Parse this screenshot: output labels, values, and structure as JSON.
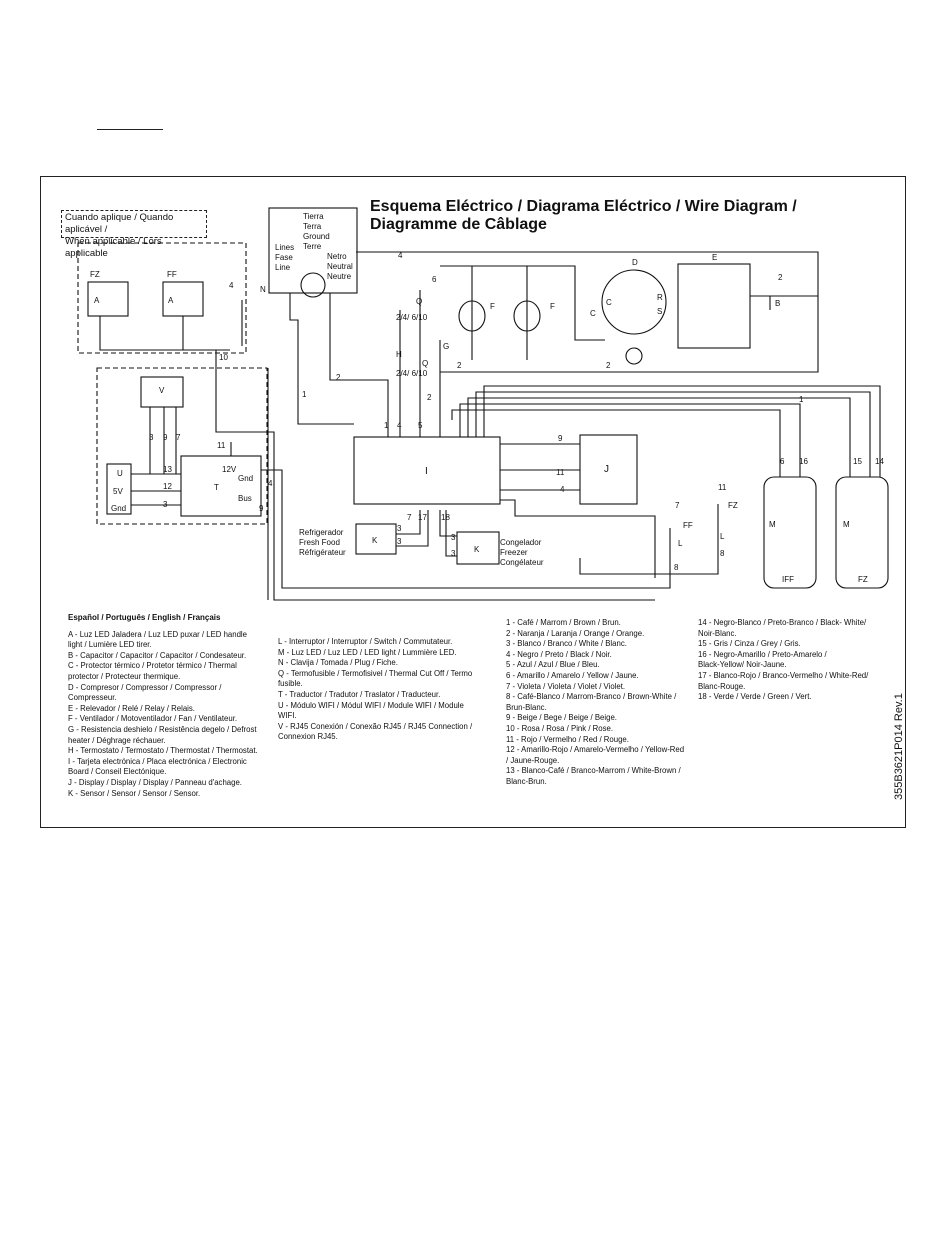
{
  "title_line1": "Esquema Eléctrico / Diagrama Eléctrico / Wire Diagram /",
  "title_line2": "Diagramme de Câblage",
  "optional_box": {
    "line1": "Cuando aplique / Quando aplicável /",
    "line2": "When applicable / Lors applicable"
  },
  "labels": {
    "lines": [
      "Lines",
      "Fase",
      "Line"
    ],
    "ground": [
      "Tierra",
      "Terra",
      "Ground",
      "Terre"
    ],
    "neutral": [
      "Netro",
      "Neutral",
      "Neutre"
    ],
    "N": "N",
    "FZ": "FZ",
    "FF": "FF",
    "A": "A",
    "V": "V",
    "T": "T",
    "I": "I",
    "J": "J",
    "K": "K",
    "M": "M",
    "D": "D",
    "E": "E",
    "C": "C",
    "B": "B",
    "F": "F",
    "G": "G",
    "H": "H",
    "L": "L",
    "Q": "Q",
    "R": "R",
    "S": "S",
    "U": "U",
    "5V": "5V",
    "Gnd": "Gnd",
    "12V": "12V",
    "Bus": "Bus",
    "IFF": "IFF",
    "FZbottom": "FZ",
    "fresh": [
      "Refrigerador",
      "Fresh Food",
      "Réfrigérateur"
    ],
    "freezer": [
      "Congelador",
      "Freezer",
      "Congélateur"
    ],
    "wire246": "2/4/ 6/10",
    "plus": "+",
    "minus": "-",
    "one_t": "1°"
  },
  "wire_numbers": [
    "1",
    "2",
    "3",
    "4",
    "5",
    "6",
    "7",
    "8",
    "9",
    "10",
    "11",
    "12",
    "13",
    "14",
    "15",
    "16",
    "17",
    "18"
  ],
  "legend_heading": "Español / Português / English / Français",
  "legend_col1": [
    "A - Luz LED Jaladera / Luz LED puxar / LED handle",
    "     light / Lumière LED tirer.",
    "B - Capacitor / Capacitor / Capacitor / Condesateur.",
    "C - Protector térmico / Protetor térmico / Thermal",
    "     protector / Protecteur thermique.",
    "D - Compresor / Compressor / Compressor /",
    "     Compresseur.",
    "E - Relevador / Relé / Relay / Relais.",
    "F - Ventilador / Motoventilador / Fan / Ventilateur.",
    "G - Resistencia deshielo / Resistência degelo / Defrost",
    "     heater / Déghrage réchauer.",
    "H - Termostato / Termostato / Thermostat / Thermostat.",
    "I - Tarjeta electrónica / Placa electrónica / Electronic",
    "     Board / Conseil Electónique.",
    "J - Display / Display / Display / Panneau d'achage.",
    "K - Sensor / Sensor / Sensor / Sensor."
  ],
  "legend_col2": [
    "L - Interruptor / Interruptor / Switch / Commutateur.",
    "M - Luz LED / Luz LED / LED light / Lummière LED.",
    "N - Clavija / Tomada / Plug / Fiche.",
    "Q - Termofusible / Termofisivel / Thermal Cut Off / Termo",
    "     fusible.",
    "T - Traductor / Tradutor / Traslator / Traducteur.",
    "U - Módulo WIFI / Módul WIFI / Module WIFI / Module",
    "     WIFI.",
    "V - RJ45 Conexión / Conexão RJ45 / RJ45 Connection /",
    "     Connexion RJ45."
  ],
  "legend_col3": [
    "1 - Café / Marrom / Brown / Brun.",
    "2 - Naranja / Laranja / Orange / Orange.",
    "3 - Blanco / Branco / White / Blanc.",
    "4 - Negro / Preto / Black / Noir.",
    "5 - Azul / Azul / Blue / Bleu.",
    "6 - Amarillo / Amarelo / Yellow / Jaune.",
    "7 - Violeta / Violeta / Violet / Violet.",
    "8 - Café-Blanco / Marrom-Branco / Brown-White /",
    "     Brun-Blanc.",
    "9 - Beige / Bege / Beige / Beige.",
    "10 - Rosa / Rosa / Pink / Rose.",
    "11 - Rojo / Vermelho / Red / Rouge.",
    "12 - Amarillo-Rojo / Amarelo-Vermelho / Yellow-Red",
    "     / Jaune-Rouge.",
    "13 - Blanco-Café / Branco-Marrom / White-Brown /",
    "     Blanc-Brun."
  ],
  "legend_col4": [
    "14 - Negro-Blanco / Preto-Branco / Black- White/",
    "     Noir-Blanc.",
    "15 - Gris / Cinza / Grey / Gris.",
    "16 - Negro-Amarillo / Preto-Amarelo /",
    "     Black-Yellow/ Noir-Jaune.",
    "17 - Blanco-Rojo / Branco-Vermelho / White-Red/",
    "     Blanc-Rouge.",
    "18 - Verde / Verde / Green / Vert."
  ],
  "revision": "355B3621P014  Rev.1"
}
